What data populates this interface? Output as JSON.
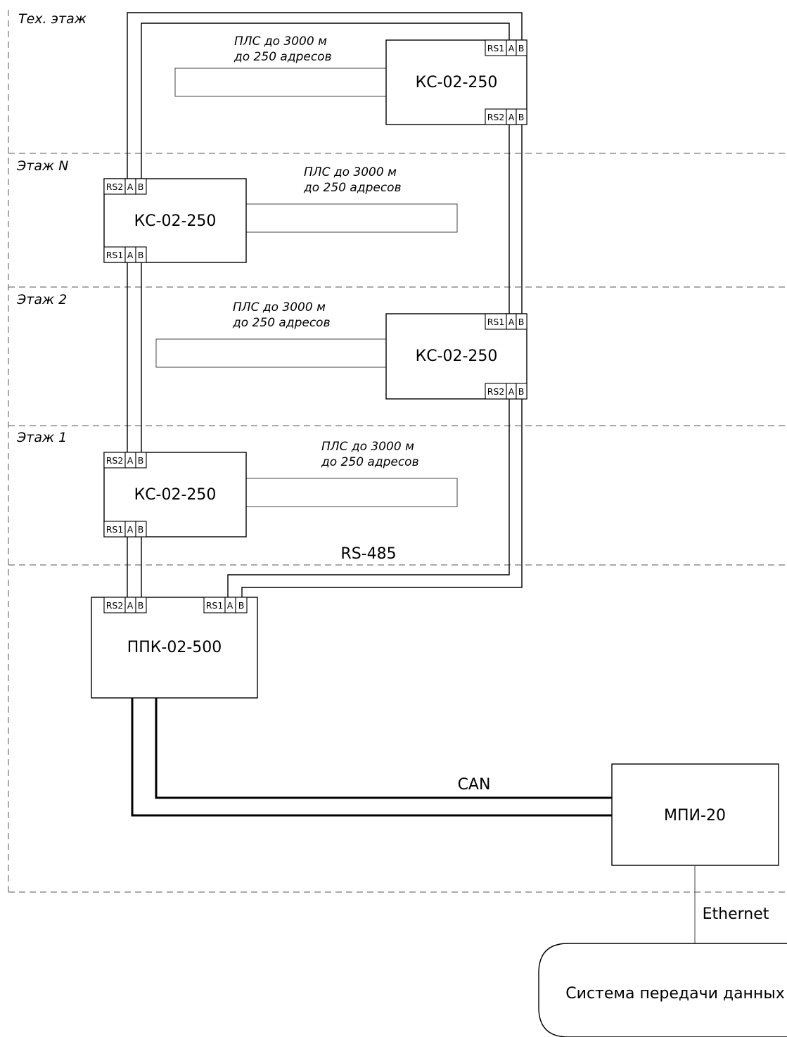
{
  "floors": {
    "tech": "Тех. этаж",
    "n": "Этаж N",
    "f2": "Этаж 2",
    "f1": "Этаж 1"
  },
  "loop_text": {
    "line1": "ПЛС до 3000 м",
    "line2": "до 250 адресов"
  },
  "devices": {
    "ks": "КС-02-250",
    "ppk": "ППК-02-500",
    "mpi": "МПИ-20",
    "spd": "Система передачи данных"
  },
  "ports": {
    "rs1": "RS1",
    "rs2": "RS2",
    "a": "A",
    "b": "B"
  },
  "buses": {
    "rs485": "RS-485",
    "can": "CAN",
    "ethernet": "Ethernet"
  }
}
